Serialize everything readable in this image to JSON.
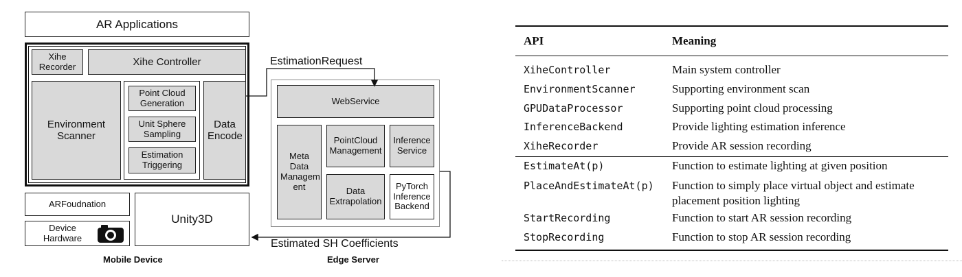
{
  "diagram": {
    "ar_applications": "AR Applications",
    "xihe_recorder": "Xihe Recorder",
    "xihe_controller": "Xihe Controller",
    "environment_scanner": "Environment Scanner",
    "point_cloud_generation": "Point Cloud Generation",
    "unit_sphere_sampling": "Unit Sphere Sampling",
    "estimation_triggering": "Estimation Triggering",
    "data_encode": "Data Encode",
    "arfoundation": "ARFoudnation",
    "device_hardware": "Device Hardware",
    "unity3d": "Unity3D",
    "mobile_device": "Mobile Device",
    "estimation_request": "EstimationRequest",
    "webservice": "WebService",
    "meta_data_management": "Meta Data Managem ent",
    "pointcloud_management": "PointCloud Management",
    "inference_service": "Inference Service",
    "data_extrapolation": "Data Extrapolation",
    "pytorch_inference_backend": "PyTorch Inference Backend",
    "estimated_sh": "Estimated SH Coefficients",
    "edge_server": "Edge Server"
  },
  "table": {
    "header_api": "API",
    "header_meaning": "Meaning",
    "rows": [
      {
        "api": "XiheController",
        "meaning": "Main system controller"
      },
      {
        "api": "EnvironmentScanner",
        "meaning": "Supporting environment scan"
      },
      {
        "api": "GPUDataProcessor",
        "meaning": "Supporting point cloud processing"
      },
      {
        "api": "InferenceBackend",
        "meaning": "Provide lighting estimation inference"
      },
      {
        "api": "XiheRecorder",
        "meaning": "Provide AR session recording"
      },
      {
        "api": "EstimateAt(p)",
        "meaning": "Function to estimate lighting at given position"
      },
      {
        "api": "PlaceAndEstimateAt(p)",
        "meaning": "Function to simply place virtual object and estimate placement position lighting"
      },
      {
        "api": "StartRecording",
        "meaning": "Function to start AR session recording"
      },
      {
        "api": "StopRecording",
        "meaning": "Function to stop AR session recording"
      }
    ]
  },
  "icons": {
    "camera": "camera-icon"
  }
}
